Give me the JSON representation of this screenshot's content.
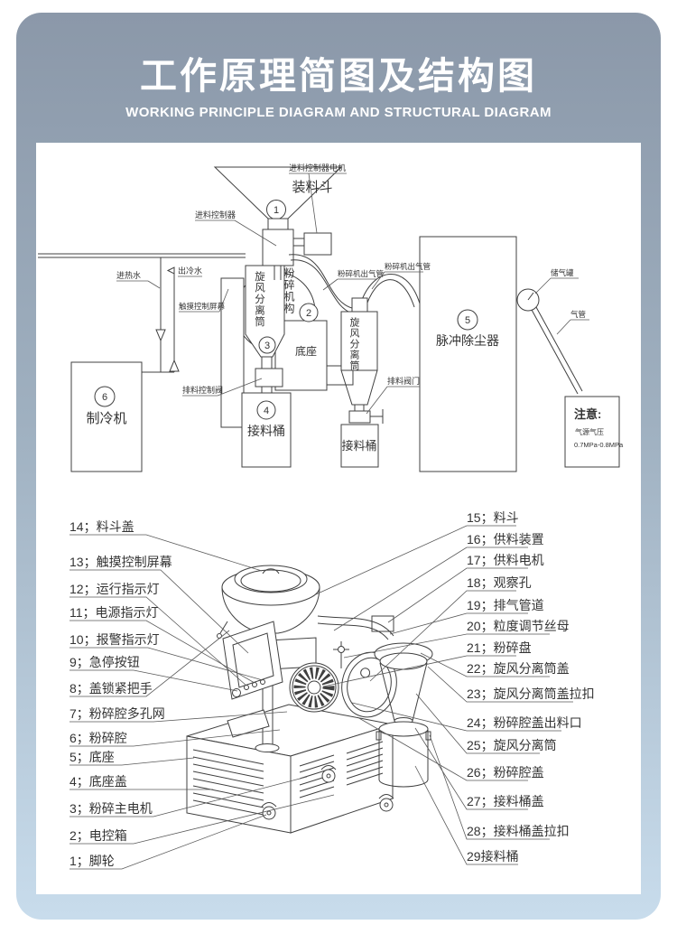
{
  "page": {
    "title": "工作原理简图及结构图",
    "subtitle": "WORKING PRINCIPLE DIAGRAM AND STRUCTURAL DIAGRAM"
  },
  "colors": {
    "frame_top": "#8b98a9",
    "frame_bottom": "#c8dcec",
    "panel_bg": "#ffffff",
    "line": "#404040"
  },
  "principle": {
    "hopper": "装料斗",
    "feed_controller": "进料控制器",
    "feed_motor": "进料控制器电机",
    "hot_water": "进热水",
    "cold_water": "出冷水",
    "touch_panel": "触摸控制屏幕",
    "cyclone1": "旋风分离筒",
    "crusher": "粉碎机构",
    "base": "底座",
    "discharge_valve": "排料控制阀",
    "chiller": "制冷机",
    "bucket1": "接料桶",
    "outlet_pipe1": "粉碎机出气管",
    "outlet_pipe2": "粉碎机出气管",
    "cyclone2": "旋风分离筒",
    "valve2": "排料阀门",
    "bucket2": "接料桶",
    "pulse": "脉冲除尘器",
    "air_tank": "储气罐",
    "air_pipe": "气管",
    "note_title": "注意:",
    "note_line1": "气源气压",
    "note_line2": "0.7MPa-0.8MPa",
    "callouts": [
      "1",
      "2",
      "3",
      "4",
      "5",
      "6"
    ]
  },
  "structure": {
    "left": [
      "14；料斗盖",
      "13；触摸控制屏幕",
      "12；运行指示灯",
      "11；电源指示灯",
      "10；报警指示灯",
      "9；急停按钮",
      "8；盖锁紧把手",
      "7；粉碎腔多孔网",
      "6；粉碎腔",
      "5；底座",
      "4；底座盖",
      "3；粉碎主电机",
      "2；电控箱",
      "1；脚轮"
    ],
    "right": [
      "15；料斗",
      "16；供料装置",
      "17；供料电机",
      "18；观察孔",
      "19；排气管道",
      "20；粒度调节丝母",
      "21；粉碎盘",
      "22；旋风分离筒盖",
      "23；旋风分离筒盖拉扣",
      "24；粉碎腔盖出料口",
      "25；旋风分离筒",
      "26；粉碎腔盖",
      "27；接料桶盖",
      "28；接料桶盖拉扣",
      "29接料桶"
    ]
  }
}
